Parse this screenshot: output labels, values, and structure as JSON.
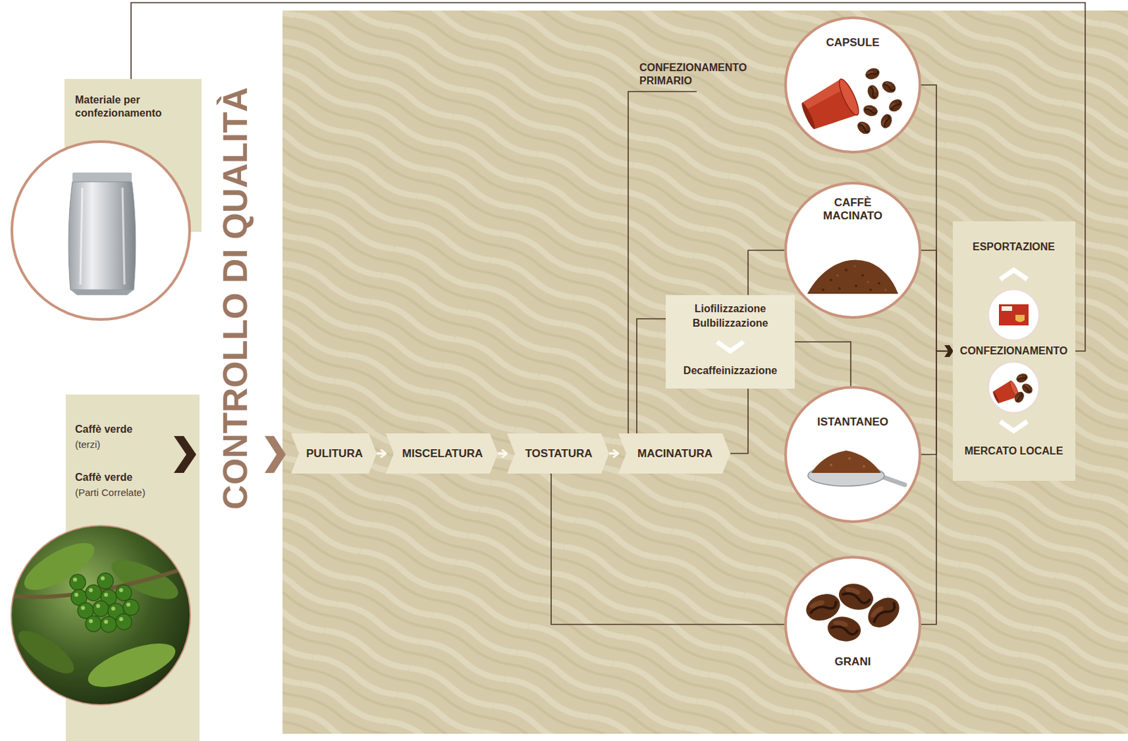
{
  "diagram": {
    "nodes": [
      {
        "text": [
          "Materiale per confezionamento"
        ]
      },
      {
        "text": [
          "Caffè verde",
          "(terzi)",
          "Caffè verde",
          "(Parti Correlate)"
        ]
      },
      {
        "text": [
          "PULITURA"
        ]
      },
      {
        "text": [
          "MISCELATURA"
        ]
      },
      {
        "text": [
          "TOSTATURA"
        ]
      },
      {
        "text": [
          "MACINATURA"
        ]
      },
      {
        "text": [
          "CAPSULE"
        ]
      },
      {
        "text": [
          "CAFFÈ MACINATO"
        ]
      },
      {
        "text": [
          "Liofilizzazione Bulbilizzazione",
          "Decaffeinizzazione"
        ]
      },
      {
        "text": [
          "ISTANTANEO"
        ]
      },
      {
        "text": [
          "GRANI"
        ]
      },
      {
        "text": [
          "ESPORTAZIONE",
          "CONFEZIONAMENTO",
          "MERCATO LOCALE"
        ]
      }
    ],
    "edges": [
      {
        "from": 0,
        "to": 11,
        "arrow": "none"
      },
      {
        "from": 2,
        "to": 3,
        "arrow": "to"
      },
      {
        "from": 3,
        "to": 4,
        "arrow": "to"
      },
      {
        "from": 4,
        "to": 5,
        "arrow": "to"
      },
      {
        "from": 4,
        "to": 10,
        "arrow": "none"
      },
      {
        "from": 5,
        "to": 8,
        "arrow": "none"
      },
      {
        "from": 5,
        "to": 8,
        "arrow": "none"
      },
      {
        "from": 8,
        "to": 7,
        "arrow": "none"
      },
      {
        "from": 8,
        "to": 9,
        "arrow": "none"
      },
      {
        "from": 6,
        "to": 11,
        "arrow": "to"
      },
      {
        "from": 7,
        "to": 11,
        "arrow": "to"
      },
      {
        "from": 9,
        "to": 11,
        "arrow": "to"
      },
      {
        "from": 10,
        "to": 11,
        "arrow": "to"
      }
    ],
    "labels": [
      "CONTROLLO DI QUALITÀ",
      "CONFEZIONAMENTO PRIMARIO"
    ]
  }
}
